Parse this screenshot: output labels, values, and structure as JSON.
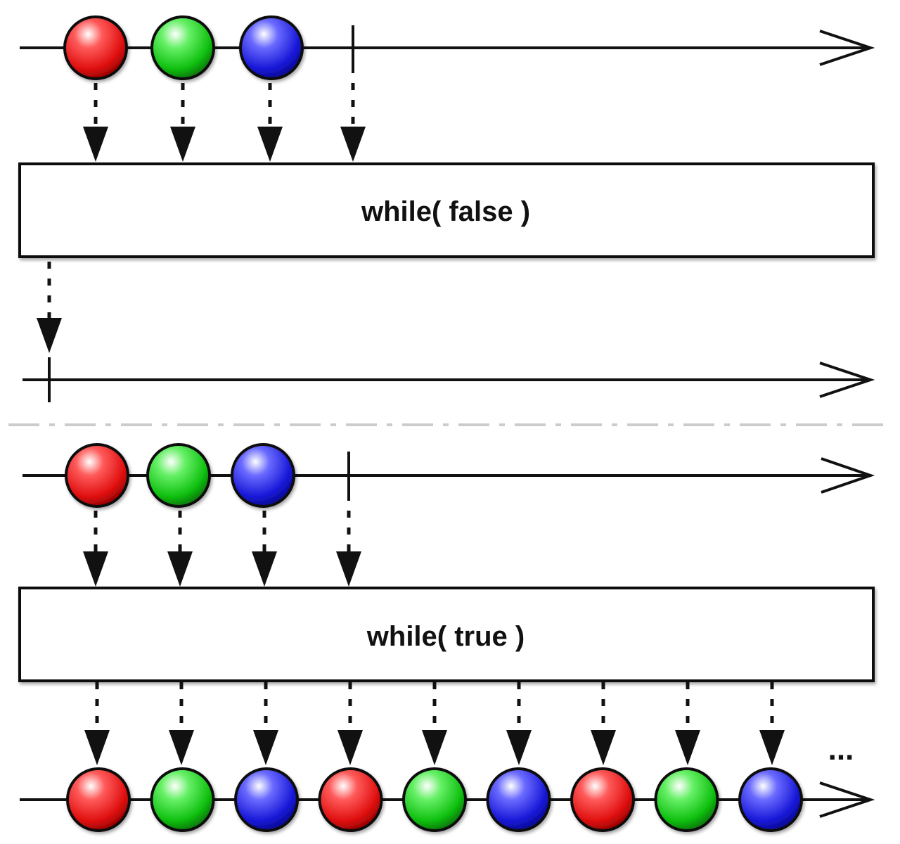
{
  "colors": {
    "red": "#e01010",
    "green": "#10c010",
    "blue": "#1818d8",
    "line": "#111111",
    "separator": "#cccccc",
    "box_fill": "#ffffff"
  },
  "panels": [
    {
      "id": "false",
      "operator_label": "while( false )",
      "source_marbles": [
        "red",
        "green",
        "blue"
      ],
      "source_completes": true,
      "result_marbles": [],
      "result_completes": true,
      "result_continues": false
    },
    {
      "id": "true",
      "operator_label": "while( true )",
      "source_marbles": [
        "red",
        "green",
        "blue"
      ],
      "source_completes": true,
      "result_marbles": [
        "red",
        "green",
        "blue",
        "red",
        "green",
        "blue",
        "red",
        "green",
        "blue"
      ],
      "result_completes": false,
      "result_continues": true,
      "continuation_text": "..."
    }
  ]
}
